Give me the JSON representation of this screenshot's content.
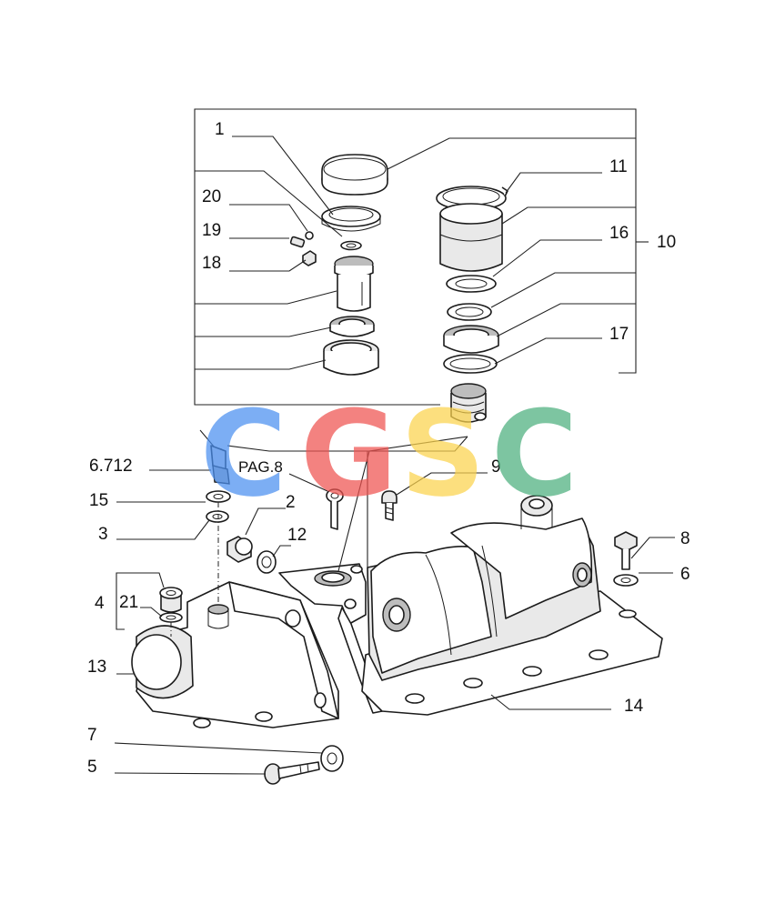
{
  "diagram": {
    "callouts": {
      "c1": "1",
      "c20": "20",
      "c19": "19",
      "c18": "18",
      "c11": "11",
      "c16": "16",
      "c10": "10",
      "c17": "17",
      "c6712": "6.712",
      "cpag8": "PAG.8",
      "c9": "9",
      "c15": "15",
      "c2": "2",
      "c3": "3",
      "c12": "12",
      "c8": "8",
      "c6": "6",
      "c4": "4",
      "c21": "21",
      "c13": "13",
      "c14": "14",
      "c7": "7",
      "c5": "5"
    },
    "watermark": {
      "letters": [
        "C",
        "G",
        "S",
        "C"
      ],
      "colors": [
        "#4a8ff0",
        "#ef5350",
        "#fcd34d",
        "#4caf7d"
      ]
    }
  }
}
